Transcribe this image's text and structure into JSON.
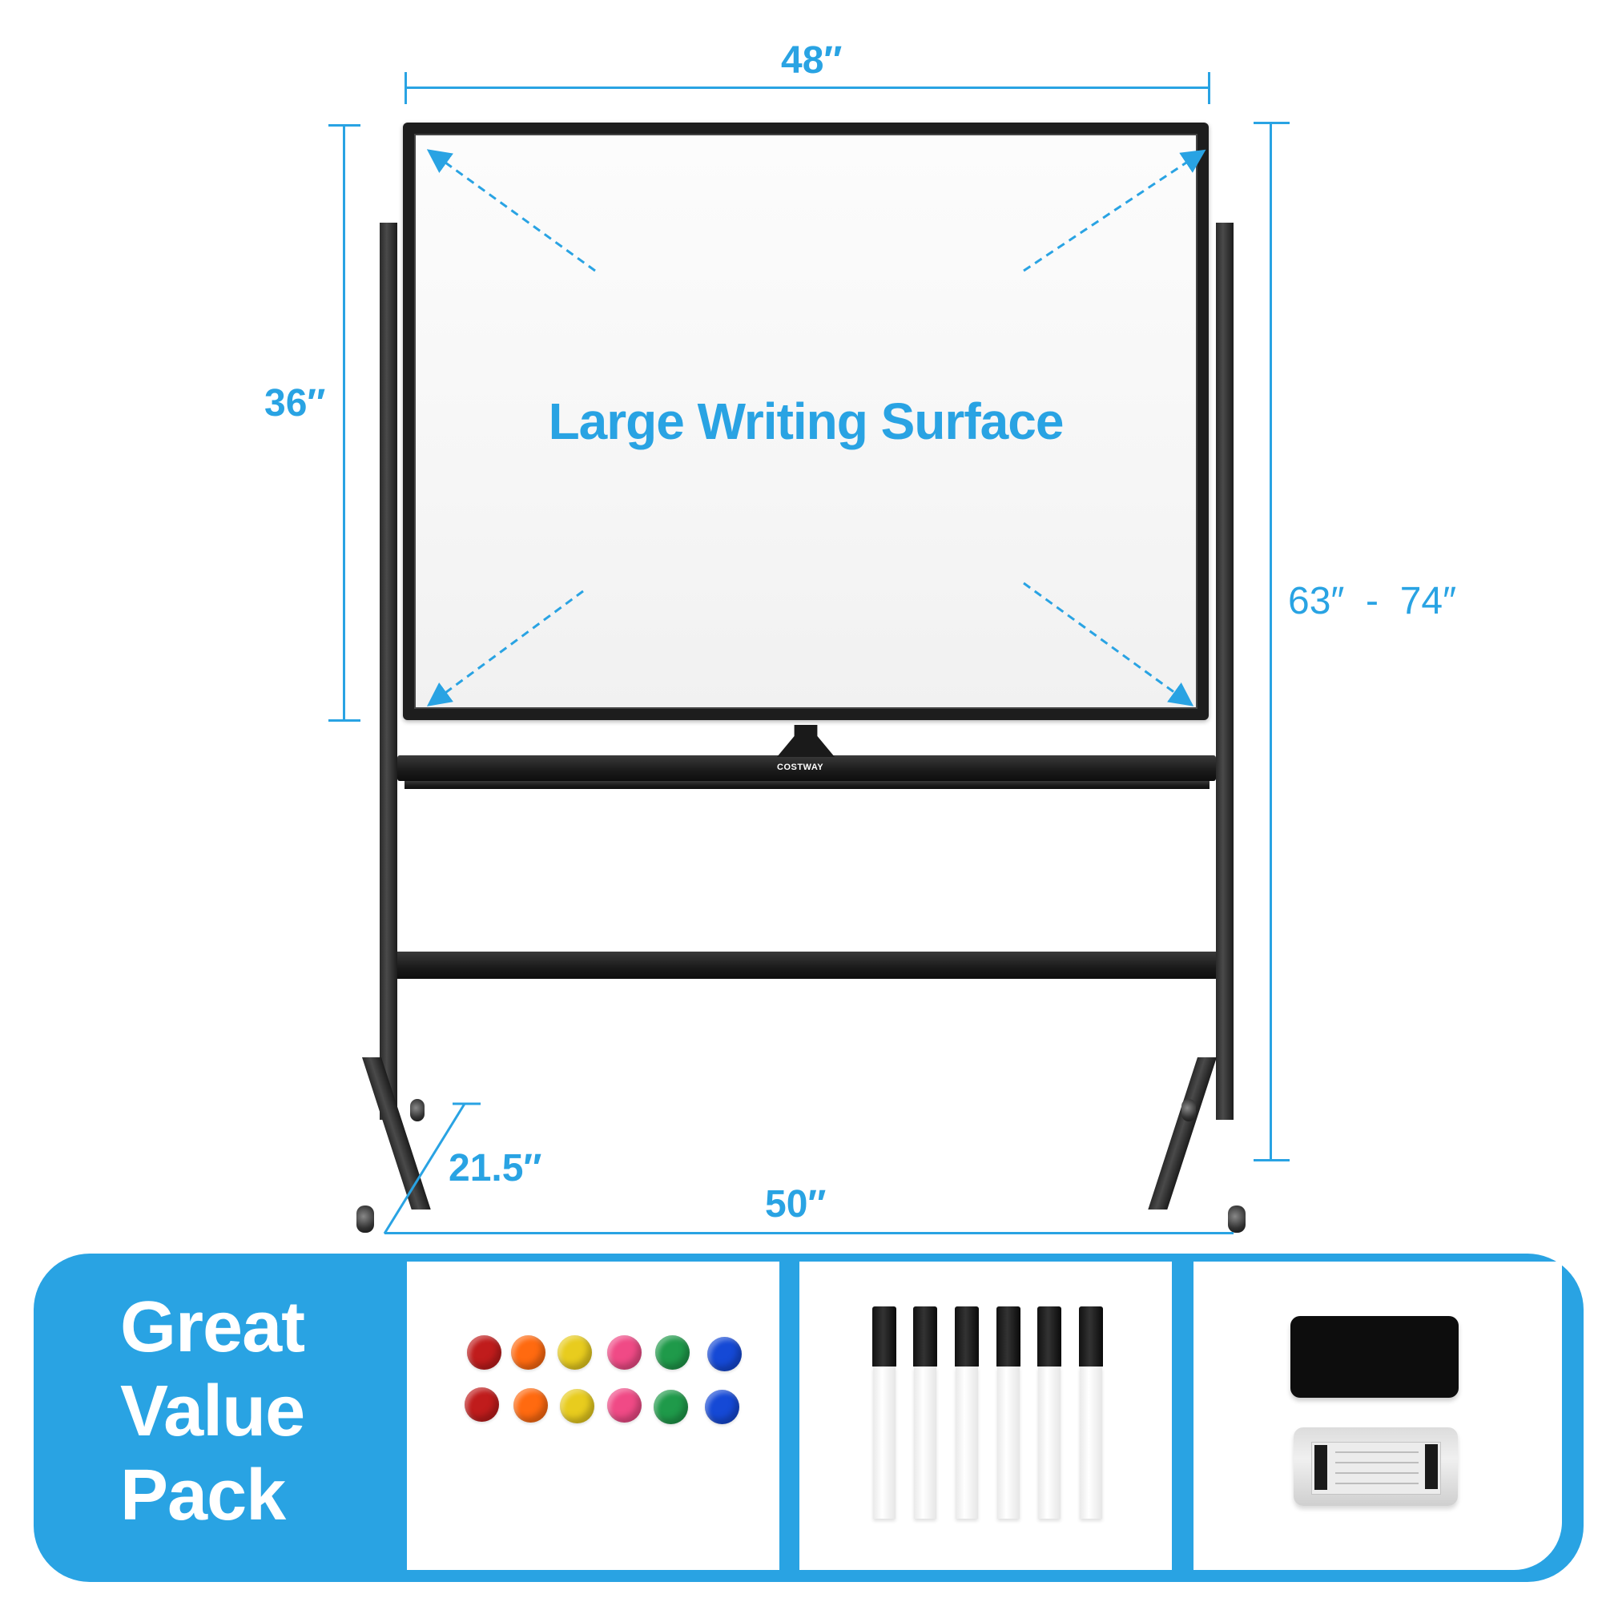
{
  "dimensions": {
    "board_width": "48″",
    "board_height": "36″",
    "overall_height": "63″  -  74″",
    "base_depth": "21.5″",
    "base_width": "50″"
  },
  "board": {
    "headline": "Large Writing Surface",
    "brand_logo": "COSTWAY"
  },
  "value_pack": {
    "label_lines": [
      "Great",
      "Value",
      "Pack"
    ],
    "panels": [
      {
        "name": "magnets",
        "rows": [
          [
            "#c01c1c",
            "#ff6a10",
            "#e8cc1e",
            "#f04a86",
            "#1f9a4a",
            "#1549d6"
          ],
          [
            "#c01c1c",
            "#ff6a10",
            "#e8cc1e",
            "#f04a86",
            "#1f9a4a",
            "#1549d6"
          ]
        ]
      },
      {
        "name": "markers",
        "count": 6
      },
      {
        "name": "erasers",
        "items": [
          "black-felt-eraser",
          "magnetic-eraser"
        ]
      }
    ]
  },
  "colors": {
    "accent_blue": "#29a3e3",
    "frame_black": "#1d1d1d",
    "white": "#ffffff"
  }
}
